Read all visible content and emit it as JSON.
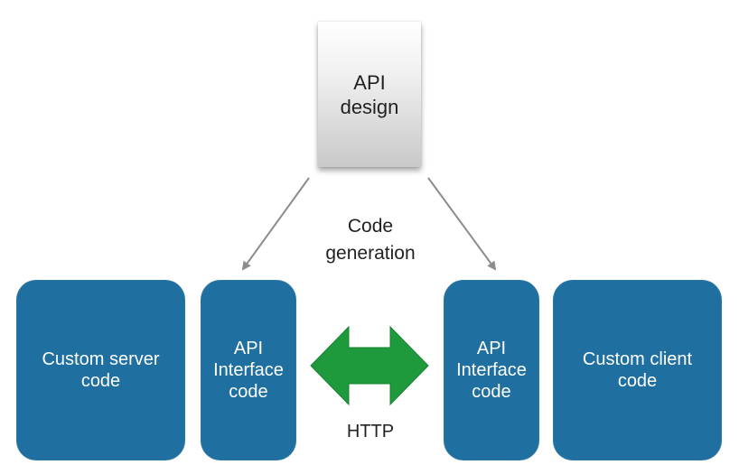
{
  "diagram": {
    "design_box": {
      "label": "API\ndesign"
    },
    "code_generation_label": "Code\ngeneration",
    "blocks": {
      "custom_server": {
        "label": "Custom server\ncode"
      },
      "api_interface_server": {
        "label": "API\nInterface\ncode"
      },
      "api_interface_client": {
        "label": "API\nInterface\ncode"
      },
      "custom_client": {
        "label": "Custom client\ncode"
      }
    },
    "http_label": "HTTP"
  },
  "colors": {
    "block_fill": "#1f6fa0",
    "http_arrow_fill": "#1e9a3c",
    "arrow_line": "#8c8c8c",
    "text_dark": "#222222",
    "text_light": "#ffffff"
  },
  "icons": {
    "generation_arrows": "arrow-icon",
    "http_exchange": "double-arrow-icon"
  }
}
